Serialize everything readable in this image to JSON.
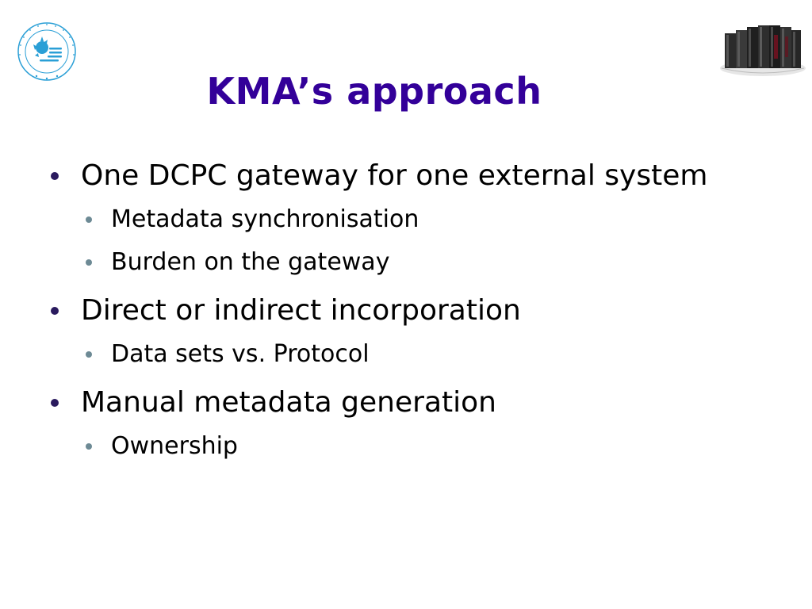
{
  "slide": {
    "title": "KMA’s approach",
    "logo_icon": "kma-logo-icon",
    "servers_icon": "server-racks-icon",
    "bullets": [
      {
        "text": "One DCPC gateway for one external system",
        "sub": [
          "Metadata synchronisation",
          "Burden on the gateway"
        ]
      },
      {
        "text": "Direct or indirect incorporation",
        "sub": [
          "Data sets vs. Protocol"
        ]
      },
      {
        "text": "Manual metadata generation",
        "sub": [
          "Ownership"
        ]
      }
    ]
  },
  "colors": {
    "title": "#330099",
    "bullet_primary": "#2a1a5e",
    "bullet_secondary": "#6d8a95",
    "logo": "#2a9fd6"
  }
}
